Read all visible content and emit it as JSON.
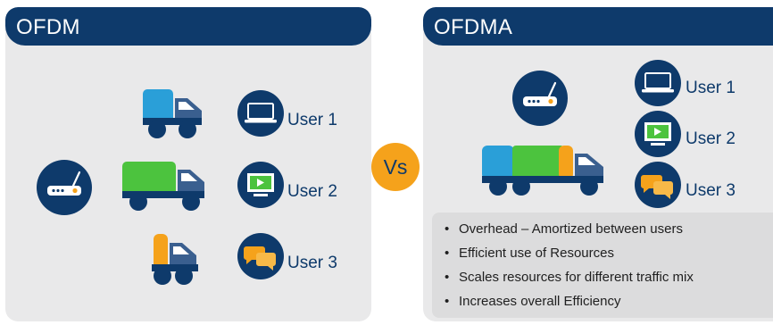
{
  "left_panel": {
    "title": "OFDM",
    "users": [
      "User 1",
      "User 2",
      "User 3"
    ]
  },
  "right_panel": {
    "title": "OFDMA",
    "users": [
      "User 1",
      "User 2",
      "User 3"
    ],
    "benefits": [
      "Overhead – Amortized between users",
      "Efficient use of Resources",
      "Scales resources for different traffic mix",
      "Increases overall Efficiency"
    ]
  },
  "vs_label": "Vs",
  "icons": {
    "router": "router-icon",
    "user1": "laptop-icon",
    "user2": "video-screen-icon",
    "user3": "chat-bubbles-icon",
    "truck": "truck-icon"
  },
  "colors": {
    "navy": "#0e3a6b",
    "panel_bg": "#e9e9ea",
    "blue_cargo": "#2a9fd8",
    "green_cargo": "#4cc33e",
    "orange_cargo": "#f5a21b",
    "truck_cab": "#3a5f8f"
  }
}
